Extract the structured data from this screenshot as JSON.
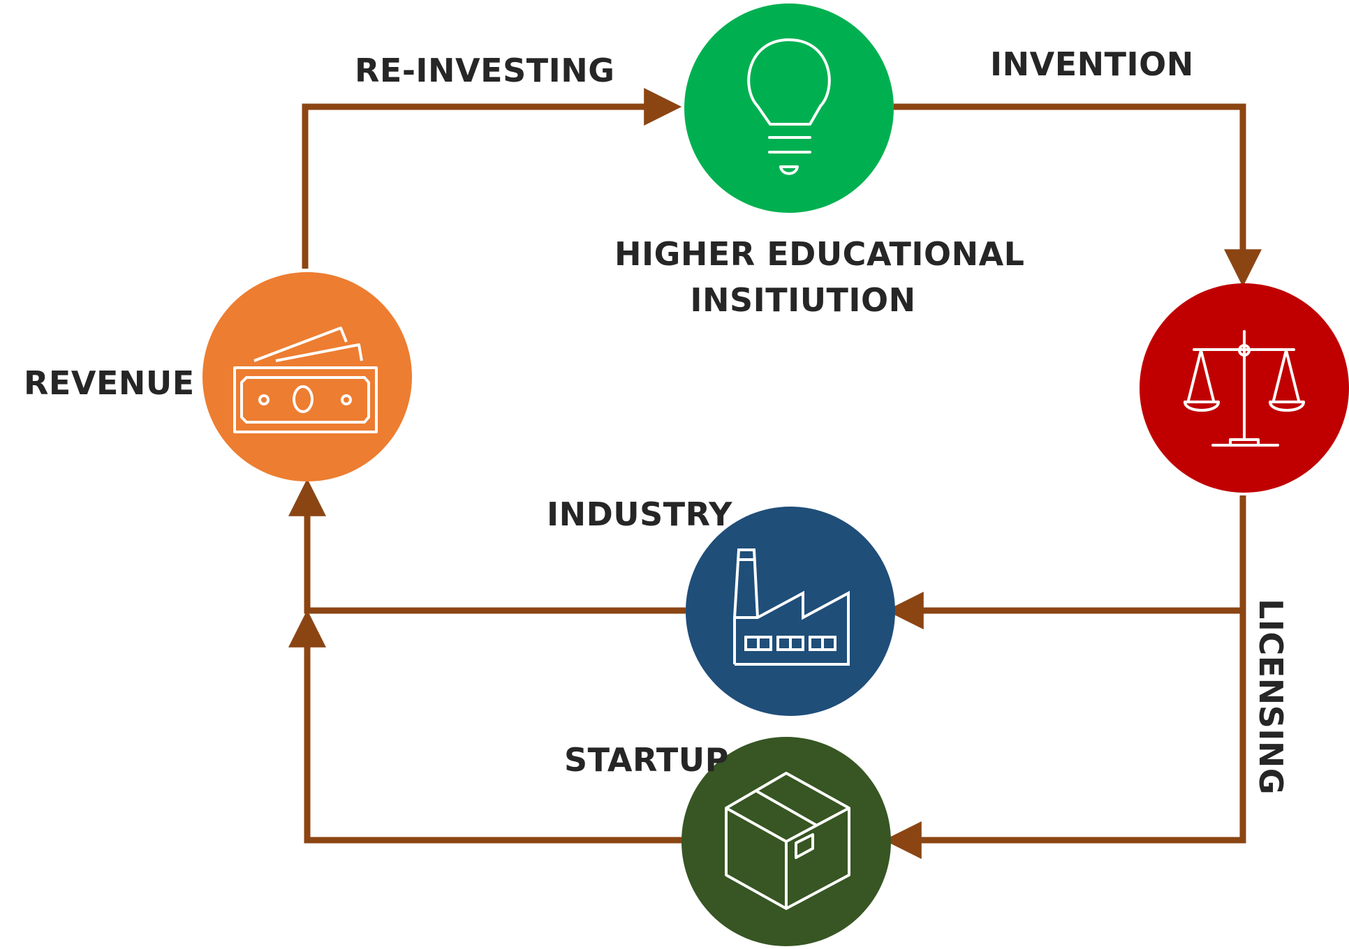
{
  "colors": {
    "arrow": "#8B4513",
    "institution": "#00B050",
    "licensing": "#C00000",
    "revenue": "#ED7D31",
    "industry": "#1F4E79",
    "startup": "#375623",
    "icon_stroke": "#FFFFFF",
    "text": "#262626"
  },
  "nodes": {
    "institution": {
      "label_line1": "HIGHER EDUCATIONAL",
      "label_line2": "INSITIUTION",
      "icon": "lightbulb-icon"
    },
    "licensing": {
      "icon": "scales-icon"
    },
    "revenue": {
      "label": "REVENUE",
      "icon": "money-icon"
    },
    "industry": {
      "label": "INDUSTRY",
      "icon": "factory-icon"
    },
    "startup": {
      "label": "STARTUP",
      "icon": "box-icon"
    }
  },
  "edges": {
    "reinvesting": "RE-INVESTING",
    "invention": "INVENTION",
    "licensing": "LICENSING"
  }
}
